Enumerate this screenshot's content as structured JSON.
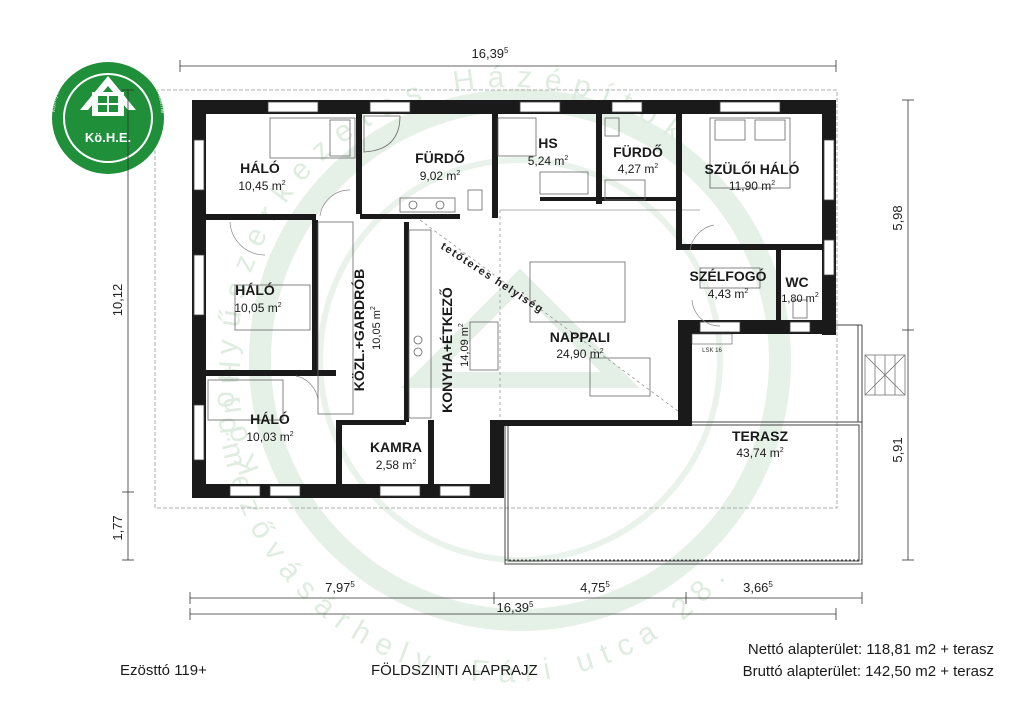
{
  "logo": {
    "name": "Kö.H.E.",
    "ring_text": "Könnyűszerkezetes Házépítők Egyesülete · Hódmezővásárhely, Fári utca 28.",
    "color": "#1f8f3a"
  },
  "watermark": {
    "top_text": "Könnyűszerkezetes Házépítők",
    "bottom_text": "Hódmezővásárhely, Fári utca 28.",
    "color": "#d9eadb"
  },
  "dimensions": {
    "top_total": "16,39",
    "top_total_sup": "5",
    "left_main": "10,12",
    "left_terrace": "1,77",
    "right_upper": "5,98",
    "right_lower": "5,91",
    "bottom_a": "7,97",
    "bottom_a_sup": "5",
    "bottom_b": "4,75",
    "bottom_b_sup": "5",
    "bottom_c": "3,66",
    "bottom_c_sup": "5",
    "bottom_total": "16,39",
    "bottom_total_sup": "5"
  },
  "rooms": {
    "halo1": {
      "name": "HÁLÓ",
      "area": "10,45 m",
      "sup": "2"
    },
    "furdo1": {
      "name": "FÜRDŐ",
      "area": "9,02 m",
      "sup": "2"
    },
    "hs": {
      "name": "HS",
      "area": "5,24 m",
      "sup": "2"
    },
    "furdo2": {
      "name": "FÜRDŐ",
      "area": "4,27 m",
      "sup": "2"
    },
    "szuloi": {
      "name": "SZÜLŐI HÁLÓ",
      "area": "11,90 m",
      "sup": "2"
    },
    "halo2": {
      "name": "HÁLÓ",
      "area": "10,05 m",
      "sup": "2"
    },
    "kozl": {
      "name": "KÖZL.+GARDRÓB",
      "area": "10,05 m",
      "sup": "2"
    },
    "konyha": {
      "name": "KONYHA+ÉTKEZŐ",
      "area": "14,09 m",
      "sup": "2"
    },
    "nappali": {
      "name": "NAPPALI",
      "area": "24,90 m",
      "sup": "2"
    },
    "szelfogo": {
      "name": "SZÉLFOGÓ",
      "area": "4,43 m",
      "sup": "2"
    },
    "wc": {
      "name": "WC",
      "area": "1,80 m",
      "sup": "2"
    },
    "halo3": {
      "name": "HÁLÓ",
      "area": "10,03 m",
      "sup": "2"
    },
    "kamra": {
      "name": "KAMRA",
      "area": "2,58 m",
      "sup": "2"
    },
    "terasz": {
      "name": "TERASZ",
      "area": "43,74 m",
      "sup": "2"
    }
  },
  "annotations": {
    "loft": "tetőteres helyiség",
    "stair_label": "LSK 16"
  },
  "footer": {
    "project": "Ezösttó 119+",
    "plan_title": "FÖLDSZINTI ALAPRAJZ",
    "net": "Nettó alapterület: 118,81 m2 + terasz",
    "gross": "Bruttó alapterület: 142,50 m2 + terasz"
  }
}
